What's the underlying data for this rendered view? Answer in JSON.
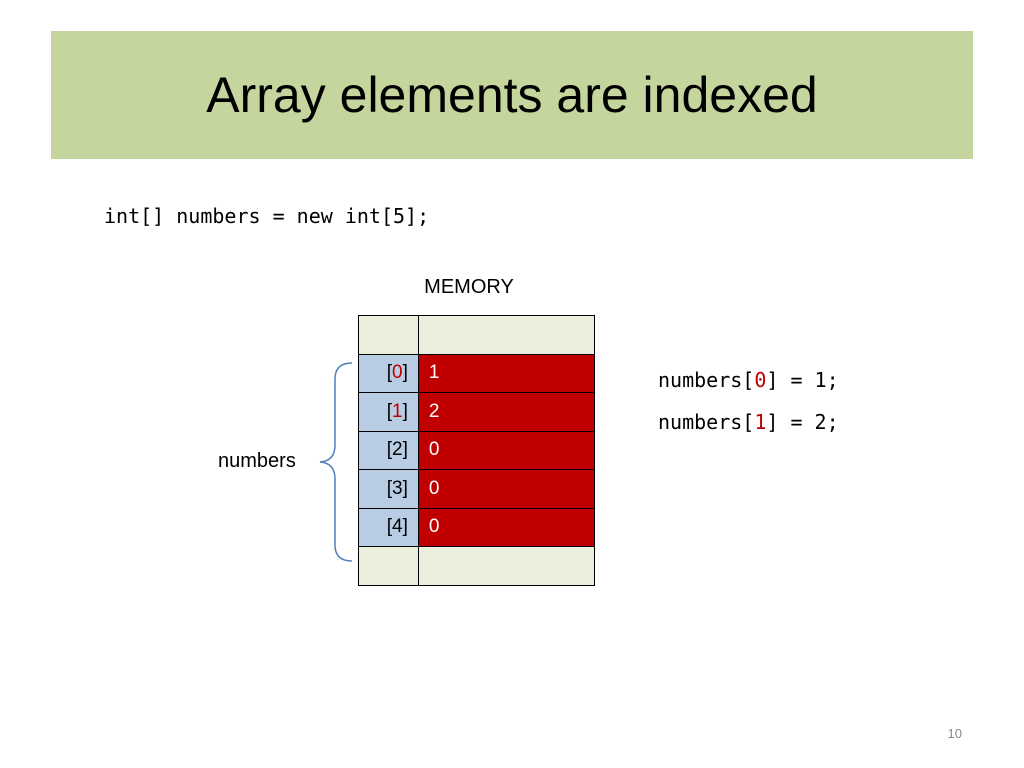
{
  "title": "Array elements are indexed",
  "declaration": "int[] numbers = new int[5];",
  "memory_label": "MEMORY",
  "array_label": "numbers",
  "memory": {
    "cells": [
      {
        "index_open": "[",
        "index": "0",
        "index_close": "]",
        "value": "1",
        "index_highlight": true
      },
      {
        "index_open": "[",
        "index": "1",
        "index_close": "]",
        "value": "2",
        "index_highlight": true
      },
      {
        "index_open": "[",
        "index": "2",
        "index_close": "]",
        "value": "0",
        "index_highlight": false
      },
      {
        "index_open": "[",
        "index": "3",
        "index_close": "]",
        "value": "0",
        "index_highlight": false
      },
      {
        "index_open": "[",
        "index": "4",
        "index_close": "]",
        "value": "0",
        "index_highlight": false
      }
    ]
  },
  "assignments": [
    {
      "prefix": "numbers[",
      "index": "0",
      "suffix": "] = 1;"
    },
    {
      "prefix": "numbers[",
      "index": "1",
      "suffix": "] = 2;"
    }
  ],
  "page_number": "10",
  "colors": {
    "title_band": "#c5d59e",
    "index_cell": "#b8cce4",
    "value_cell": "#c00000",
    "empty_cell": "#ebf0de",
    "highlight_text": "#c00000",
    "brace": "#4f81bd"
  }
}
